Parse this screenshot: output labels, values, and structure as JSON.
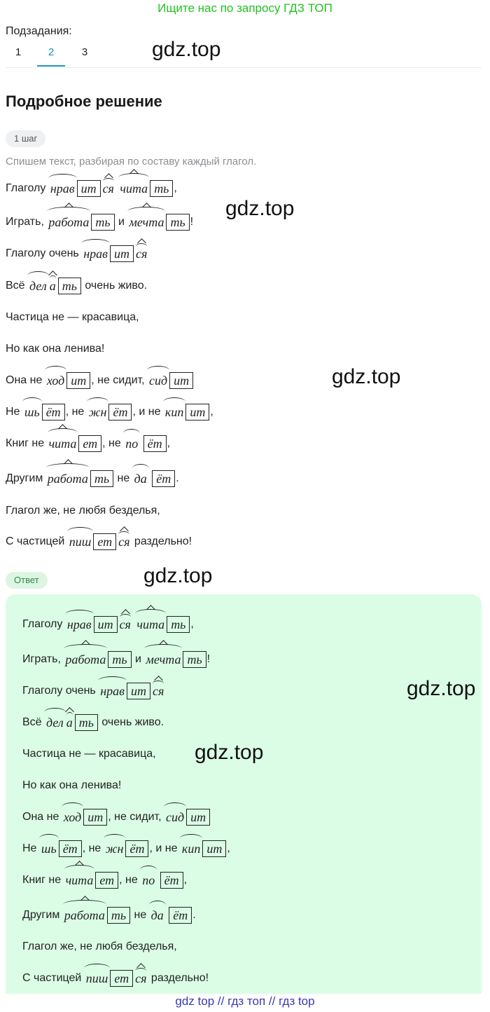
{
  "banner": "Ищите нас по запросу ГДЗ ТОП",
  "subtasks": {
    "label": "Подзадания:",
    "tabs": [
      "1",
      "2",
      "3"
    ],
    "active": "2"
  },
  "watermark": "gdz.top",
  "solution": {
    "heading": "Подробное решение",
    "step_label": "1 шаг",
    "step_desc": "Спишем текст, разбирая по составу каждый глагол."
  },
  "answer_label": "Ответ",
  "poem": [
    [
      {
        "t": "Глаголу "
      },
      {
        "m": "нрав",
        "k": "arc"
      },
      {
        "m": "ит",
        "k": "box"
      },
      {
        "m": "ся",
        "k": "sfx"
      },
      {
        "t": " "
      },
      {
        "m": "чита",
        "k": "arcpk"
      },
      {
        "m": "ть",
        "k": "box"
      },
      {
        "t": ","
      }
    ],
    [
      {
        "t": "Играть, "
      },
      {
        "m": "работа",
        "k": "arcpk"
      },
      {
        "m": "ть",
        "k": "box"
      },
      {
        "t": " и "
      },
      {
        "m": "мечта",
        "k": "arcpk"
      },
      {
        "m": "ть",
        "k": "box"
      },
      {
        "t": "!"
      }
    ],
    [
      {
        "t": "Глаголу очень "
      },
      {
        "m": "нрав",
        "k": "arc"
      },
      {
        "m": "ит",
        "k": "box"
      },
      {
        "m": "ся",
        "k": "sfx"
      }
    ],
    [
      {
        "t": "Всё "
      },
      {
        "m": "дел",
        "k": "arc"
      },
      {
        "m": "а",
        "k": "sfx"
      },
      {
        "m": "ть",
        "k": "box"
      },
      {
        "t": " очень живо."
      }
    ],
    [
      {
        "t": "Частица не — красавица,"
      }
    ],
    [
      {
        "t": "Но как она ленива!"
      }
    ],
    [
      {
        "t": "Она не "
      },
      {
        "m": "ход",
        "k": "arc"
      },
      {
        "m": "ит",
        "k": "box"
      },
      {
        "t": ", не сидит, "
      },
      {
        "m": "сид",
        "k": "arc"
      },
      {
        "m": "ит",
        "k": "box"
      }
    ],
    [
      {
        "t": "Не "
      },
      {
        "m": "шь",
        "k": "arc"
      },
      {
        "m": "ёт",
        "k": "box"
      },
      {
        "t": ", не "
      },
      {
        "m": "жн",
        "k": "arc"
      },
      {
        "m": "ёт",
        "k": "box"
      },
      {
        "t": ", и не "
      },
      {
        "m": "кип",
        "k": "arc"
      },
      {
        "m": "ит",
        "k": "box"
      },
      {
        "t": ","
      }
    ],
    [
      {
        "t": "Книг не "
      },
      {
        "m": "чита",
        "k": "arcpk"
      },
      {
        "m": "ет",
        "k": "box"
      },
      {
        "t": ", не "
      },
      {
        "m": "по",
        "k": "arc"
      },
      {
        "t": " "
      },
      {
        "m": "ёт",
        "k": "box"
      },
      {
        "t": ","
      }
    ],
    [
      {
        "t": "Другим "
      },
      {
        "m": "работа",
        "k": "arcpk"
      },
      {
        "m": "ть",
        "k": "box"
      },
      {
        "t": " не "
      },
      {
        "m": "да",
        "k": "arc"
      },
      {
        "t": " "
      },
      {
        "m": "ёт",
        "k": "box"
      },
      {
        "t": "."
      }
    ],
    [
      {
        "t": "Глагол же, не любя безделья,"
      }
    ],
    [
      {
        "t": "С частицей "
      },
      {
        "m": "пиш",
        "k": "arc"
      },
      {
        "m": "ет",
        "k": "box"
      },
      {
        "m": "ся",
        "k": "sfx"
      },
      {
        "t": " раздельно!"
      }
    ]
  ],
  "footer": "gdz top  //  гдз топ  //  гдз top"
}
